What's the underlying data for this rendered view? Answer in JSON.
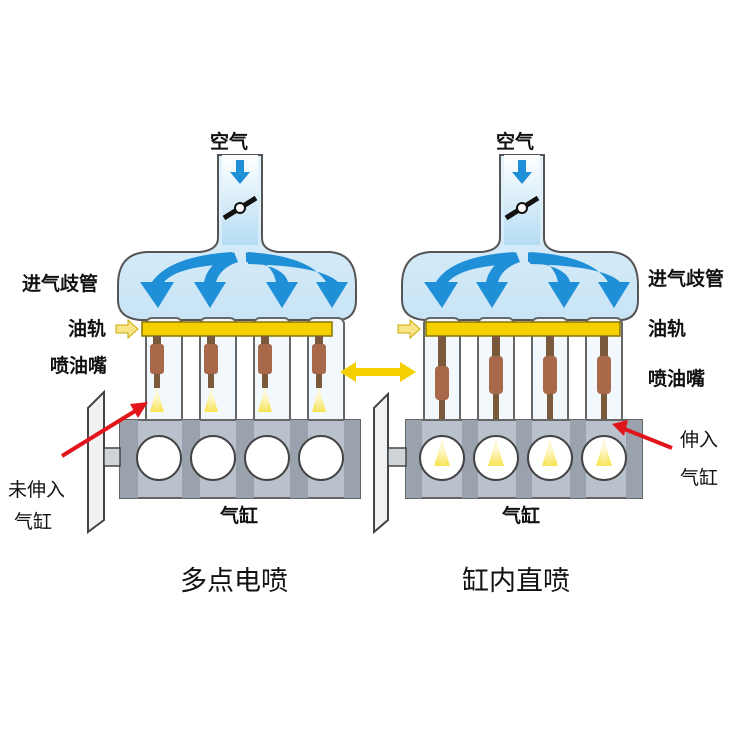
{
  "left": {
    "air": "空气",
    "intake_manifold": "进气歧管",
    "fuel_rail": "油轨",
    "injector": "喷油嘴",
    "not_into_cylinder_line1": "未伸入",
    "not_into_cylinder_line2": "气缸",
    "cylinder": "气缸",
    "caption": "多点电喷"
  },
  "right": {
    "air": "空气",
    "intake_manifold": "进气歧管",
    "fuel_rail": "油轨",
    "injector": "喷油嘴",
    "into_cylinder_line1": "伸入",
    "into_cylinder_line2": "气缸",
    "cylinder": "气缸",
    "caption": "缸内直喷"
  },
  "colors": {
    "air_blue": "#1f8fd8",
    "manifold_fill": "#d7ecf8",
    "rail_yellow": "#f5d000",
    "injector_brown": "#a8694a",
    "spray_yellow": "#fff27a",
    "block_gray": "#b9c2cc",
    "indicator_red": "#e0161b"
  }
}
